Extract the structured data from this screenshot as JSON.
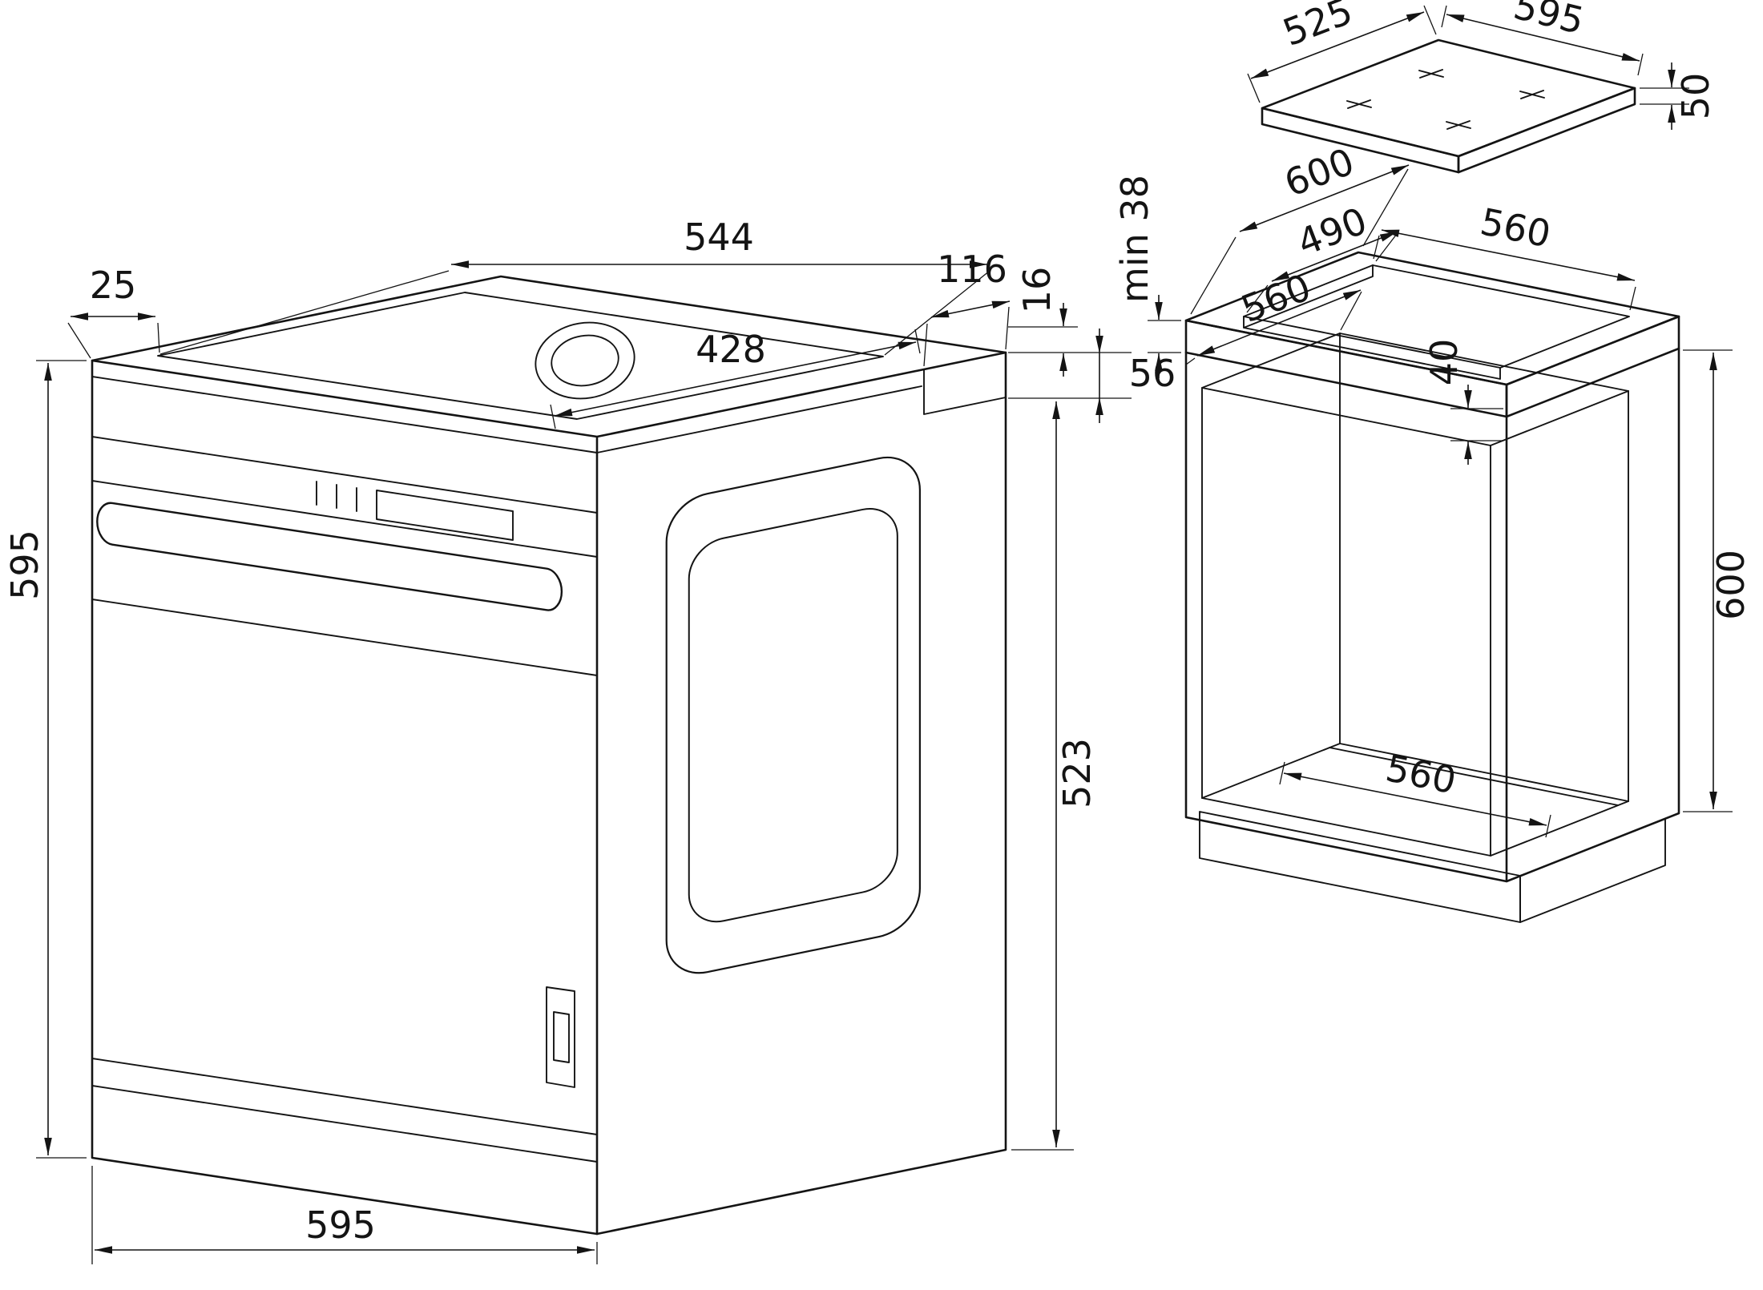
{
  "diagram": {
    "oven": {
      "dims": {
        "top_width": "544",
        "front_lip": "25",
        "top_depth": "428",
        "rear_recess_depth": "116",
        "rear_step_height": "16",
        "rear_drop": "56",
        "height": "595",
        "body_height": "523",
        "width": "595"
      }
    },
    "hob": {
      "dims": {
        "depth": "525",
        "width": "595",
        "thickness": "50"
      }
    },
    "cabinet": {
      "dims": {
        "worktop_thickness": "min 38",
        "worktop_depth": "600",
        "cutout_depth": "490",
        "cutout_width": "560",
        "side_depth": "560",
        "rear_gap": "40",
        "niche_width": "560",
        "niche_height": "600"
      }
    }
  }
}
